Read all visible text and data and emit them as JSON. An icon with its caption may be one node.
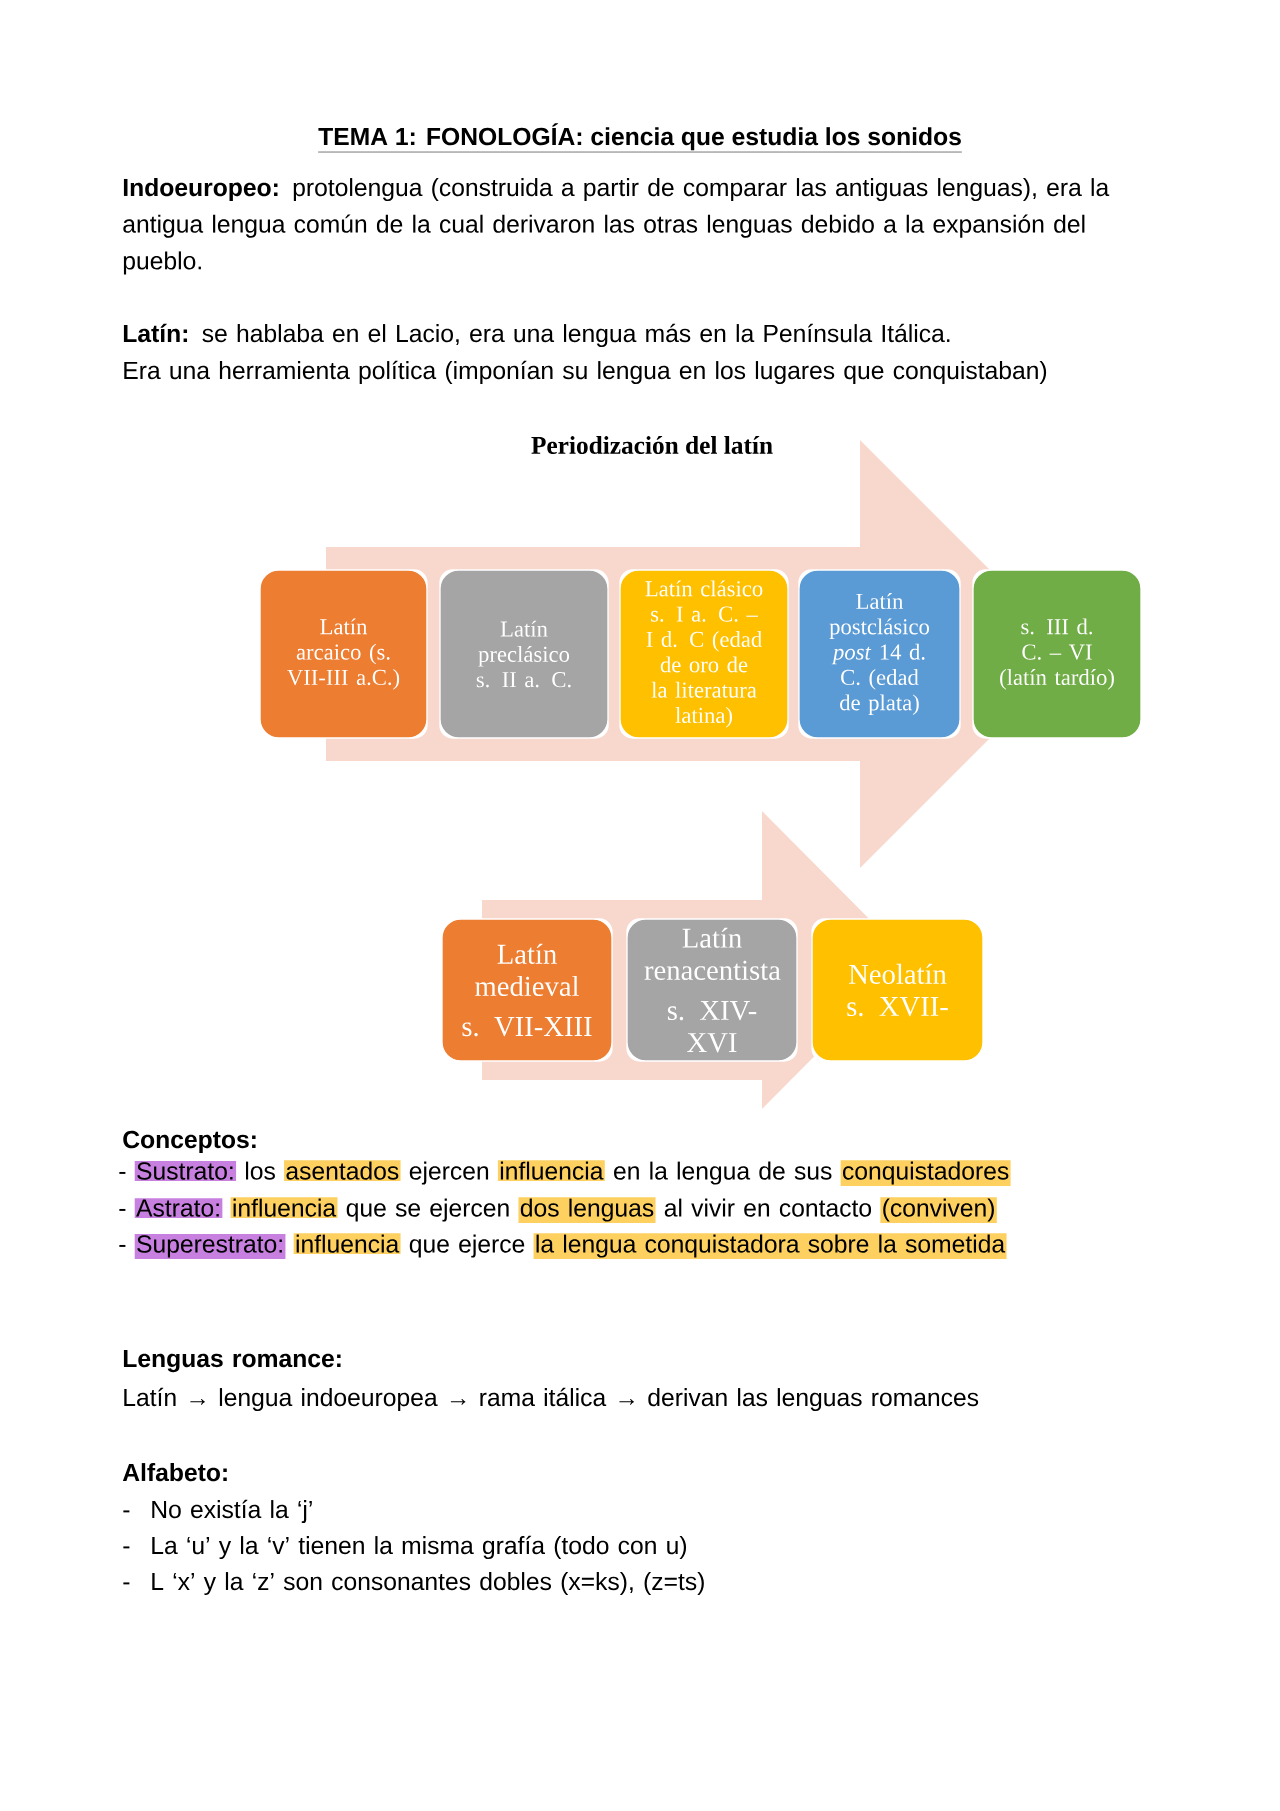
{
  "diagram": {
    "title": "TEMA 1: FONOLOGÍA: ciencia que estudia los sonidos",
    "nodes": [
      {
        "text": [
          "Latín arcaico (s. VII-III a.C.)"
        ]
      },
      {
        "text": [
          "Latín preclásico s. II a. C."
        ]
      },
      {
        "text": [
          "Latín clásico s. I a. C. – I d. C (edad de oro de la literatura latina)"
        ]
      },
      {
        "text": [
          "Latín postclásico *post* 14 d. C. (edad de plata)"
        ]
      },
      {
        "text": [
          "s. III d. C. – VI (latín tardío)"
        ]
      },
      {
        "text": [
          "Latín medieval",
          "s. VII-XIII"
        ]
      },
      {
        "text": [
          "Latín renacentista",
          "s. XIV-XVI"
        ]
      },
      {
        "text": [
          "Neolatín s. XVII-"
        ]
      }
    ],
    "edges": [
      {
        "from": 0,
        "to": 4,
        "arrow": "to"
      },
      {
        "from": 5,
        "to": 7,
        "arrow": "to"
      }
    ],
    "labels": [
      "**Indoeuropeo:** protolengua (construida a partir de comparar las antiguas lenguas), era la antigua lengua común de la cual derivaron las otras lenguas debido a la expansión del pueblo.",
      "**Latín:** se hablaba en el Lacio, era una lengua más en la Península Itálica.",
      "Era una herramienta política (imponían su lengua en los lugares que conquistaban)",
      "Periodización del latín",
      "Conceptos:",
      "-",
      "Sustrato:",
      "los",
      "asentados",
      "ejercen",
      "influencia",
      "en la lengua de sus",
      "conquistadores",
      "-",
      "Astrato:",
      "influencia",
      "que se ejercen",
      "dos lenguas",
      "al vivir en contacto",
      "(conviven)",
      "-",
      "Superestrato:",
      "influencia",
      "que ejerce",
      "la lengua conquistadora sobre la sometida",
      "Lenguas romance:",
      "Latín → lengua indoeuropea → rama itálica → derivan las lenguas romances",
      "Alfabeto:",
      "-",
      "No existía la ‘j’",
      "-",
      "La ‘u’ y la ‘v’ tienen la misma grafía (todo con u)",
      "-",
      "L ‘x’ y la ‘z’ son consonantes dobles (x=ks), (z=ts)"
    ]
  }
}
